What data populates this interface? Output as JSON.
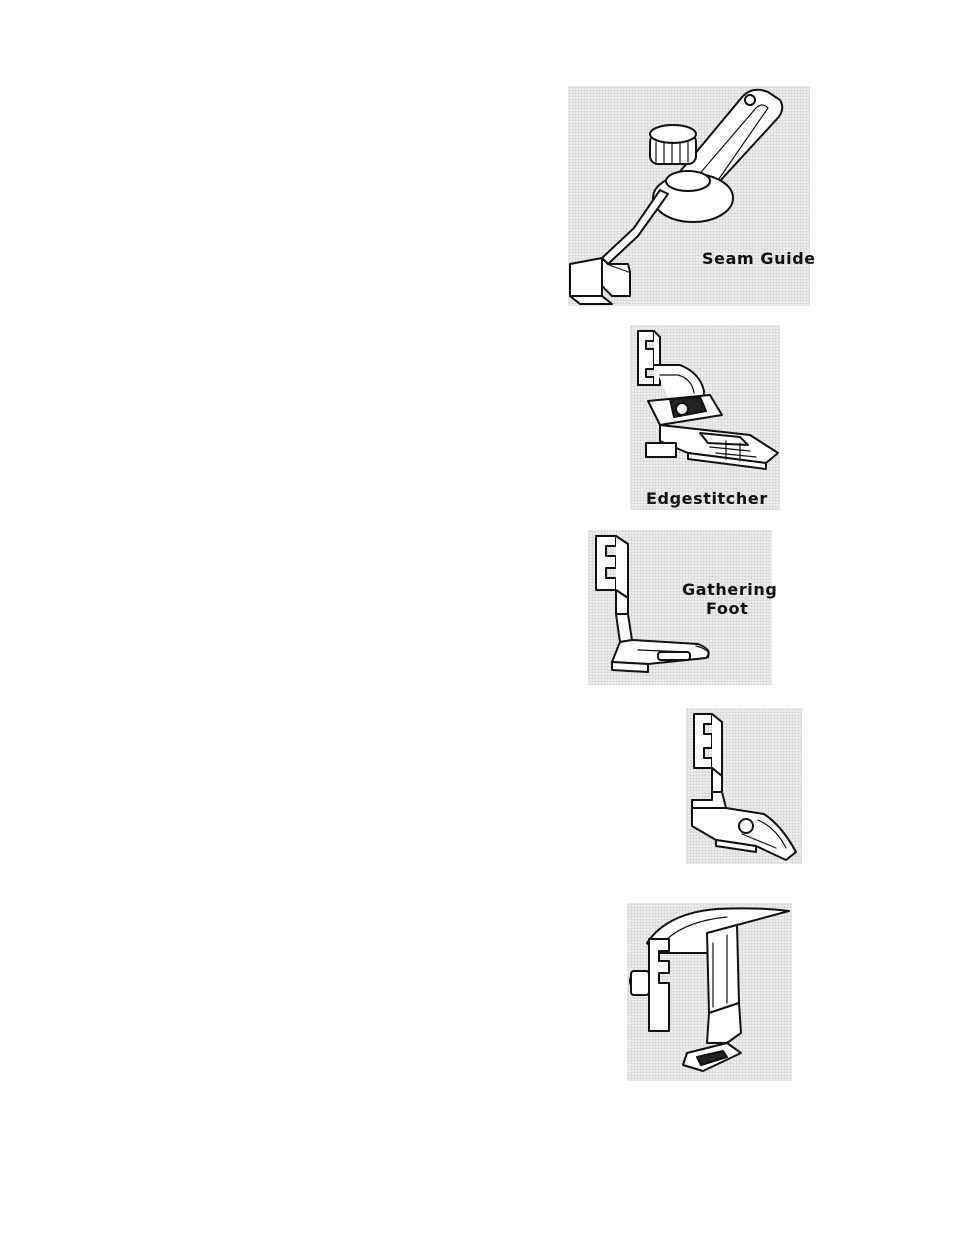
{
  "accessories": [
    {
      "id": "seam-guide",
      "label": "Seam Guide"
    },
    {
      "id": "edgestitcher",
      "label": "Edgestitcher"
    },
    {
      "id": "gathering-foot",
      "label_line1": "Gathering",
      "label_line2": "Foot"
    },
    {
      "id": "foot-4"
    },
    {
      "id": "foot-5"
    }
  ]
}
